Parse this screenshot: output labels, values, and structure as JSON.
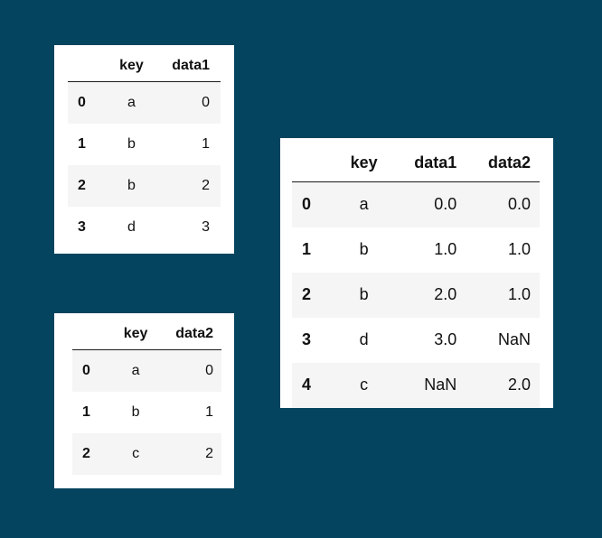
{
  "tables": [
    {
      "columns": [
        "",
        "key",
        "data1"
      ],
      "rows": [
        {
          "index": "0",
          "cells": [
            "a",
            "0"
          ]
        },
        {
          "index": "1",
          "cells": [
            "b",
            "1"
          ]
        },
        {
          "index": "2",
          "cells": [
            "b",
            "2"
          ]
        },
        {
          "index": "3",
          "cells": [
            "d",
            "3"
          ]
        }
      ]
    },
    {
      "columns": [
        "",
        "key",
        "data2"
      ],
      "rows": [
        {
          "index": "0",
          "cells": [
            "a",
            "0"
          ]
        },
        {
          "index": "1",
          "cells": [
            "b",
            "1"
          ]
        },
        {
          "index": "2",
          "cells": [
            "c",
            "2"
          ]
        }
      ]
    },
    {
      "columns": [
        "",
        "key",
        "data1",
        "data2"
      ],
      "rows": [
        {
          "index": "0",
          "cells": [
            "a",
            "0.0",
            "0.0"
          ]
        },
        {
          "index": "1",
          "cells": [
            "b",
            "1.0",
            "1.0"
          ]
        },
        {
          "index": "2",
          "cells": [
            "b",
            "2.0",
            "1.0"
          ]
        },
        {
          "index": "3",
          "cells": [
            "d",
            "3.0",
            "NaN"
          ]
        },
        {
          "index": "4",
          "cells": [
            "c",
            "NaN",
            "2.0"
          ]
        }
      ]
    }
  ],
  "colors": {
    "background": "#05445e",
    "card": "#ffffff",
    "stripe": "#f5f5f5",
    "text": "#111111"
  }
}
